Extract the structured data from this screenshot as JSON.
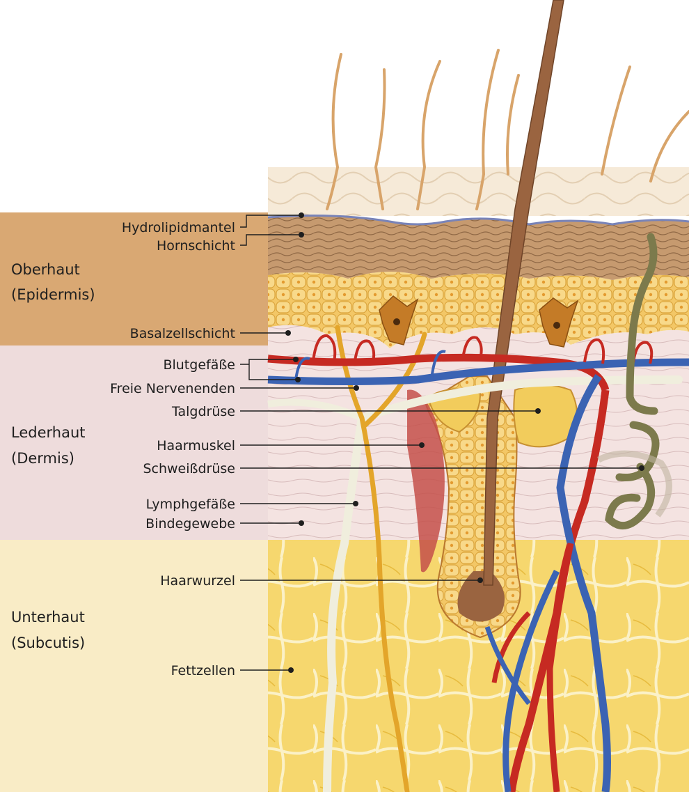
{
  "zones": [
    {
      "name": "Oberhaut",
      "latin": "(Epidermis)",
      "color": "#d9a873"
    },
    {
      "name": "Lederhaut",
      "latin": "(Dermis)",
      "color": "#eedcdc"
    },
    {
      "name": "Unterhaut",
      "latin": "(Subcutis)",
      "color": "#f9ecc6"
    }
  ],
  "labels": {
    "hydrolipidmantel": "Hydrolipidmantel",
    "hornschicht": "Hornschicht",
    "basalzellschicht": "Basalzellschicht",
    "blutgefaesse": "Blutgefäße",
    "freie_nervenenden": "Freie Nervenenden",
    "talgdruese": "Talgdrüse",
    "haarmuskel": "Haarmuskel",
    "schweissdruese": "Schweißdrüse",
    "lymphgefaesse": "Lymphgefäße",
    "bindegewebe": "Bindegewebe",
    "haarwurzel": "Haarwurzel",
    "fettzellen": "Fettzellen"
  },
  "colors": {
    "artery": "#c62a22",
    "vein": "#3b63b3",
    "nerve": "#e3a52a",
    "lymph": "#f0eedd",
    "hair": "#9a6440",
    "fat": "#f5d56a",
    "sweat_gland": "#7c7a4c"
  }
}
